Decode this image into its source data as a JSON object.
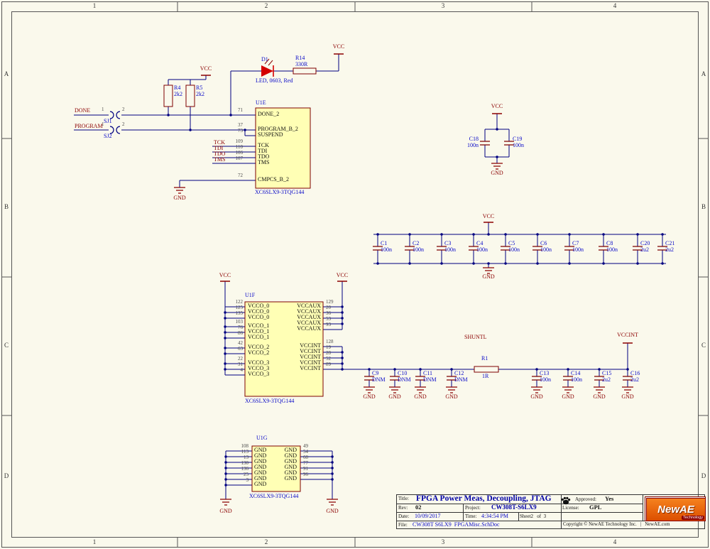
{
  "sheet": {
    "bg": "#FAF9EC",
    "wire_color": "#000080",
    "symbol_color": "#8B0000",
    "designator_color": "#0A0AC8",
    "body_fill": "#FFFFB5"
  },
  "frame": {
    "cols": [
      "1",
      "2",
      "3",
      "4"
    ],
    "rows": [
      "A",
      "B",
      "C",
      "D"
    ]
  },
  "nets": {
    "done": "DONE",
    "program": "PROGRAM",
    "tck": "TCK",
    "tdi": "TDI",
    "tdo": "TDO",
    "tms": "TMS",
    "shuntl": "SHUNTL",
    "vcc": "VCC",
    "vccint": "VCCINT",
    "gnd": "GND"
  },
  "jumpers": {
    "sj1": {
      "des": "SJ1",
      "p1": "1",
      "p2": "2"
    },
    "sj2": {
      "des": "SJ2",
      "p1": "1",
      "p2": "2"
    }
  },
  "resistors": {
    "r4": {
      "des": "R4",
      "val": "2k2"
    },
    "r5": {
      "des": "R5",
      "val": "2k2"
    },
    "r14": {
      "des": "R14",
      "val": "330R"
    },
    "r1": {
      "des": "R1",
      "val": "1R"
    }
  },
  "led": {
    "des": "D1",
    "val": "LED, 0603, Red"
  },
  "ics": {
    "u1e": {
      "des": "U1E",
      "part": "XC6SLX9-3TQG144",
      "pins": [
        {
          "n": "71",
          "name": "DONE_2"
        },
        {
          "n": "37",
          "name": "PROGRAM_B_2"
        },
        {
          "n": "73",
          "name": "SUSPEND"
        },
        {
          "n": "109",
          "name": "TCK"
        },
        {
          "n": "110",
          "name": "TDI"
        },
        {
          "n": "106",
          "name": "TDO"
        },
        {
          "n": "107",
          "name": "TMS"
        },
        {
          "n": "72",
          "name": "CMPCS_B_2"
        }
      ]
    },
    "u1f": {
      "des": "U1F",
      "part": "XC6SLX9-3TQG144",
      "left": [
        {
          "n": "122",
          "name": "VCCO_0"
        },
        {
          "n": "125",
          "name": "VCCO_0"
        },
        {
          "n": "135",
          "name": "VCCO_0"
        },
        {
          "n": "103",
          "name": "VCCO_1"
        },
        {
          "n": "76",
          "name": "VCCO_1"
        },
        {
          "n": "86",
          "name": "VCCO_1"
        },
        {
          "n": "42",
          "name": "VCCO_2"
        },
        {
          "n": "63",
          "name": "VCCO_2"
        },
        {
          "n": "22",
          "name": "VCCO_3"
        },
        {
          "n": "31",
          "name": "VCCO_3"
        },
        {
          "n": "4",
          "name": "VCCO_3"
        }
      ],
      "right": [
        {
          "n": "129",
          "name": "VCCAUX"
        },
        {
          "n": "20",
          "name": "VCCAUX"
        },
        {
          "n": "36",
          "name": "VCCAUX"
        },
        {
          "n": "53",
          "name": "VCCAUX"
        },
        {
          "n": "93",
          "name": "VCCAUX"
        },
        {
          "n": "128",
          "name": "VCCINT"
        },
        {
          "n": "19",
          "name": "VCCINT"
        },
        {
          "n": "28",
          "name": "VCCINT"
        },
        {
          "n": "52",
          "name": "VCCINT"
        },
        {
          "n": "89",
          "name": "VCCINT"
        }
      ]
    },
    "u1g": {
      "des": "U1G",
      "part": "XC6SLX9-3TQG144",
      "left": [
        "108",
        "113",
        "13",
        "130",
        "136",
        "25",
        "3"
      ],
      "right": [
        "49",
        "54",
        "68",
        "77",
        "91",
        "96"
      ],
      "pin_name": "GND"
    }
  },
  "capacitors": {
    "c1": {
      "des": "C1",
      "val": "100n"
    },
    "c2": {
      "des": "C2",
      "val": "100n"
    },
    "c3": {
      "des": "C3",
      "val": "100n"
    },
    "c4": {
      "des": "C4",
      "val": "100n"
    },
    "c5": {
      "des": "C5",
      "val": "100n"
    },
    "c6": {
      "des": "C6",
      "val": "100n"
    },
    "c7": {
      "des": "C7",
      "val": "100n"
    },
    "c8": {
      "des": "C8",
      "val": "100n"
    },
    "c20": {
      "des": "C20",
      "val": "2u2"
    },
    "c21": {
      "des": "C21",
      "val": "2u2"
    },
    "c18": {
      "des": "C18",
      "val": "100n"
    },
    "c19": {
      "des": "C19",
      "val": "100n"
    },
    "c9": {
      "des": "C9",
      "val": "DNM"
    },
    "c10": {
      "des": "C10",
      "val": "DNM"
    },
    "c11": {
      "des": "C11",
      "val": "DNM"
    },
    "c12": {
      "des": "C12",
      "val": "DNM"
    },
    "c13": {
      "des": "C13",
      "val": "100n"
    },
    "c14": {
      "des": "C14",
      "val": "100n"
    },
    "c15": {
      "des": "C15",
      "val": "2u2"
    },
    "c16": {
      "des": "C16",
      "val": "2u2"
    }
  },
  "title_block": {
    "title_label": "Title:",
    "title": "FPGA Power Meas, Decoupling, JTAG",
    "approved_label": "Approved:",
    "approved": "Yes",
    "rev_label": "Rev:",
    "rev": "02",
    "project_label": "Project:",
    "project": "CW308T-S6LX9",
    "license_label": "License:",
    "license": "GPL",
    "date_label": "Date:",
    "date": "10/09/2017",
    "time_label": "Time:",
    "time": "4:34:54 PM",
    "sheet_info": "Sheet2   of  3",
    "file_label": "File:",
    "file": "CW308T S6LX9  FPGAMisc.SchDoc",
    "copyright": "Copyright © NewAE Technology Inc.   |   NewAE.com",
    "logo_text": "NewAE",
    "logo_sub": "Technology"
  }
}
